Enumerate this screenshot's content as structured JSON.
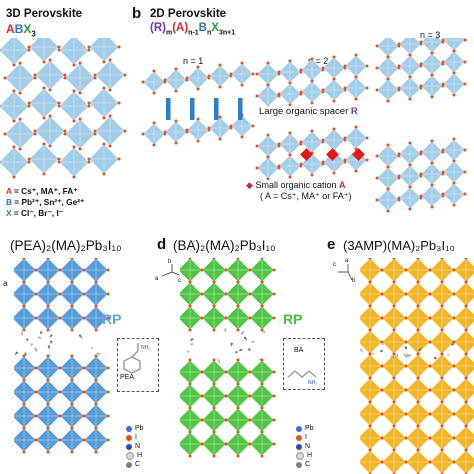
{
  "panels": {
    "a": {
      "letter": "",
      "title": "3D Perovskite",
      "formula_parts": [
        "A",
        "B",
        "X",
        "3"
      ],
      "legend": [
        {
          "key": "A",
          "text": " = Cs⁺, MA⁺, FA⁺",
          "color": "#d4282a"
        },
        {
          "key": "B",
          "text": " = Pb²⁺, Sn²⁺, Ge²⁺",
          "color": "#2f6fc4"
        },
        {
          "key": "X",
          "text": " = Cl⁻, Br⁻, I⁻",
          "color": "#2b9a3c"
        }
      ]
    },
    "b": {
      "letter": "b",
      "title": "2D Perovskite",
      "formula": {
        "R": "(R)",
        "m": "m",
        "A": "(A)",
        "n1": "n-1",
        "B": "B",
        "n": "n",
        "X": "X",
        "s": "3n+1"
      },
      "n_labels": [
        "n = 1",
        "n = 2",
        "n = 3"
      ],
      "spacer_label": "Large organic spacer",
      "spacer_R": "R",
      "cation_label": "Small organic cation",
      "cation_A": "A",
      "cation_note": "( A = Cs⁺, MA⁺ or FA⁺)"
    },
    "c": {
      "letter": "",
      "title_html": "(PEA)₂(MA)₂Pb₃I₁₀",
      "axis_a": "a",
      "rp": "RP",
      "molecule": "PEA",
      "legend": [
        {
          "label": "Pb",
          "color": "#3a6fd8"
        },
        {
          "label": "I",
          "color": "#e85020"
        },
        {
          "label": "N",
          "color": "#2a4fb0"
        },
        {
          "label": "H",
          "color": "#d8d8d8"
        },
        {
          "label": "C",
          "color": "#808080"
        }
      ]
    },
    "d": {
      "letter": "d",
      "title_html": "(BA)₂(MA)₂Pb₃I₁₀",
      "axis_labels": [
        "b",
        "a",
        "c"
      ],
      "rp": "RP",
      "molecule": "BA",
      "legend": [
        {
          "label": "Pb",
          "color": "#3a6fd8"
        },
        {
          "label": "I",
          "color": "#e85020"
        },
        {
          "label": "N",
          "color": "#2a4fb0"
        },
        {
          "label": "H",
          "color": "#d8d8d8"
        },
        {
          "label": "C",
          "color": "#808080"
        }
      ]
    },
    "e": {
      "letter": "e",
      "title_html": "(3AMP)(MA)₂Pb₃I₁₀",
      "axis_labels": [
        "c",
        "a",
        "b"
      ]
    }
  },
  "colors": {
    "octa_light": "#9ecbe8",
    "octa_blue": "#4c96d6",
    "octa_green": "#46c23a",
    "octa_orange": "#f2b21c",
    "spacer_bar": "#2a7fd0",
    "cation_red": "#e01818",
    "iodide": "#e85020"
  }
}
